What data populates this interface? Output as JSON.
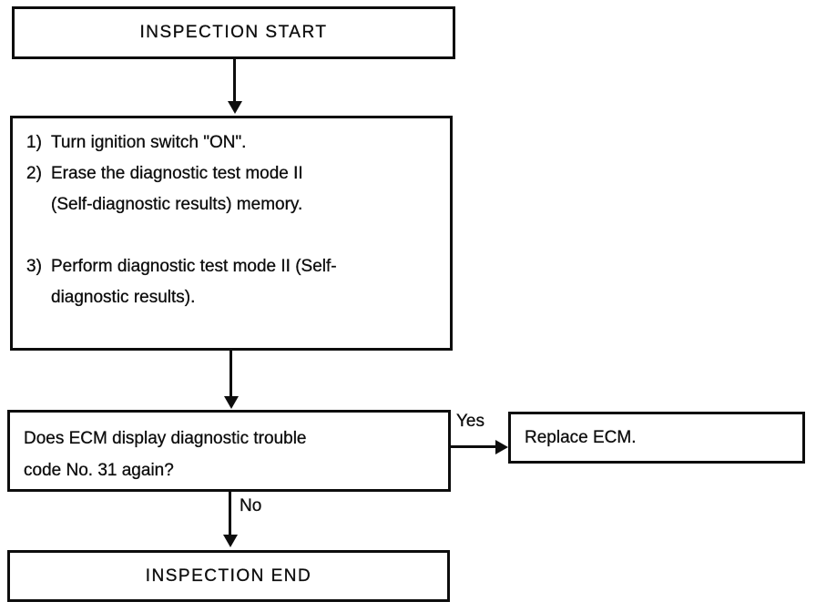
{
  "flowchart": {
    "start": {
      "label": "INSPECTION START"
    },
    "process": {
      "steps": [
        {
          "num": "1)",
          "lines": [
            "Turn ignition switch \"ON\"."
          ]
        },
        {
          "num": "2)",
          "lines": [
            "Erase the diagnostic test mode II",
            "(Self-diagnostic results) memory."
          ]
        },
        {
          "num": "3)",
          "lines": [
            "Perform diagnostic test mode II (Self-",
            "diagnostic results)."
          ]
        }
      ]
    },
    "decision": {
      "lines": [
        "Does ECM display diagnostic trouble",
        "code No. 31 again?"
      ],
      "yes_label": "Yes",
      "no_label": "No"
    },
    "replace": {
      "label": "Replace ECM."
    },
    "end": {
      "label": "INSPECTION END"
    }
  },
  "colors": {
    "ink": "#0d0d0d",
    "paper": "#ffffff"
  }
}
